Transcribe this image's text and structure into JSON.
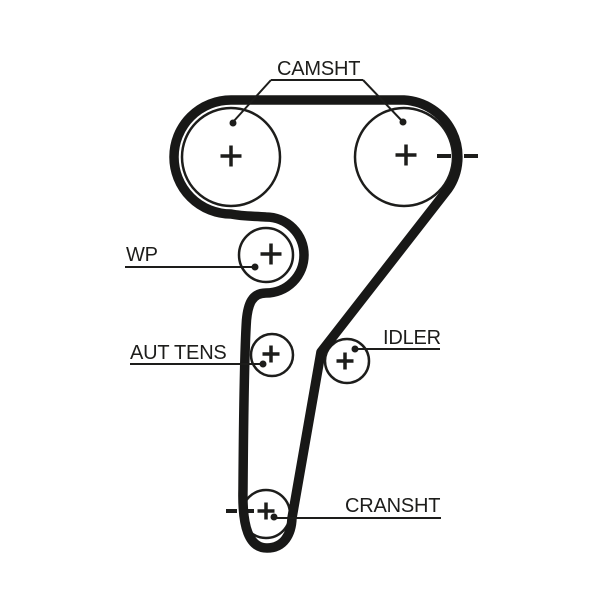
{
  "diagram": {
    "kind": "timing-belt-routing-diagram",
    "background_color": "#ffffff",
    "line_color": "#1d1d1b",
    "belt_color": "#181817",
    "labels": {
      "camshaft": "CAMSHT",
      "water_pump": "WP",
      "auto_tensioner": "AUT TENS",
      "idler": "IDLER",
      "crankshaft": "CRANSHT"
    },
    "components": [
      "camshaft-pulley-left",
      "camshaft-pulley-right",
      "water-pump-pulley",
      "automatic-tensioner-pulley",
      "idler-pulley",
      "crankshaft-pulley",
      "timing-belt"
    ]
  }
}
